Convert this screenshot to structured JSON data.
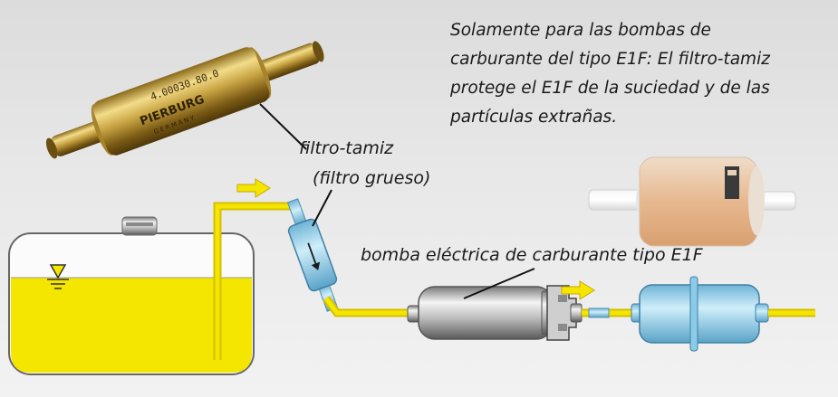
{
  "description": {
    "lines": [
      "Solamente para las bombas de",
      "carburante del tipo E1F: El filtro-tamiz",
      "protege el E1F de la suciedad y de las",
      "partículas extrañas."
    ]
  },
  "labels": {
    "sieve_filter_line1": "filtro-tamiz",
    "sieve_filter_line2": "(filtro grueso)",
    "pump": "bomba eléctrica de carburante tipo E1F"
  },
  "product_print": {
    "part_number": "4.00030.80.0",
    "brand": "PIERBURG",
    "origin": "GERMANY"
  },
  "colors": {
    "fuel": "#f5e600",
    "fuel_line": "#f2d400",
    "filter_blue": "#a8d8ef",
    "arrow": "#f2d400"
  },
  "icons": [
    "flow-arrow-icon",
    "fuel-level-icon"
  ]
}
